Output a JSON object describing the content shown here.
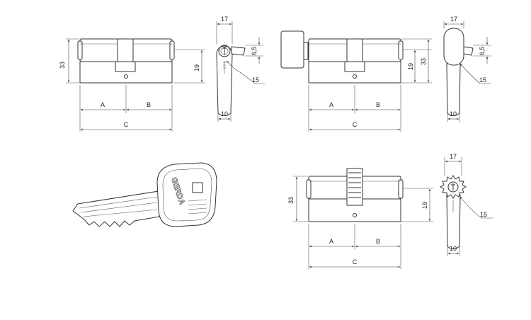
{
  "diagrams": {
    "cylinder_standard": {
      "dim_height": "33",
      "dim_cam": "19",
      "dim_a": "A",
      "dim_b": "B",
      "dim_c": "C",
      "end_width": "17",
      "end_offset": "6,5",
      "end_radius": "15",
      "end_bottom": "10"
    },
    "cylinder_knob": {
      "dim_cam": "19",
      "dim_height": "33",
      "dim_a": "A",
      "dim_b": "B",
      "dim_c": "C",
      "end_width": "17",
      "end_offset": "6,5",
      "end_radius": "15",
      "end_bottom": "10"
    },
    "cylinder_gear": {
      "dim_height": "33",
      "dim_cam": "19",
      "dim_a": "A",
      "dim_b": "B",
      "dim_c": "C",
      "end_width": "17",
      "end_radius": "15",
      "end_bottom": "10"
    },
    "key": {
      "brand": "GERDA"
    }
  }
}
